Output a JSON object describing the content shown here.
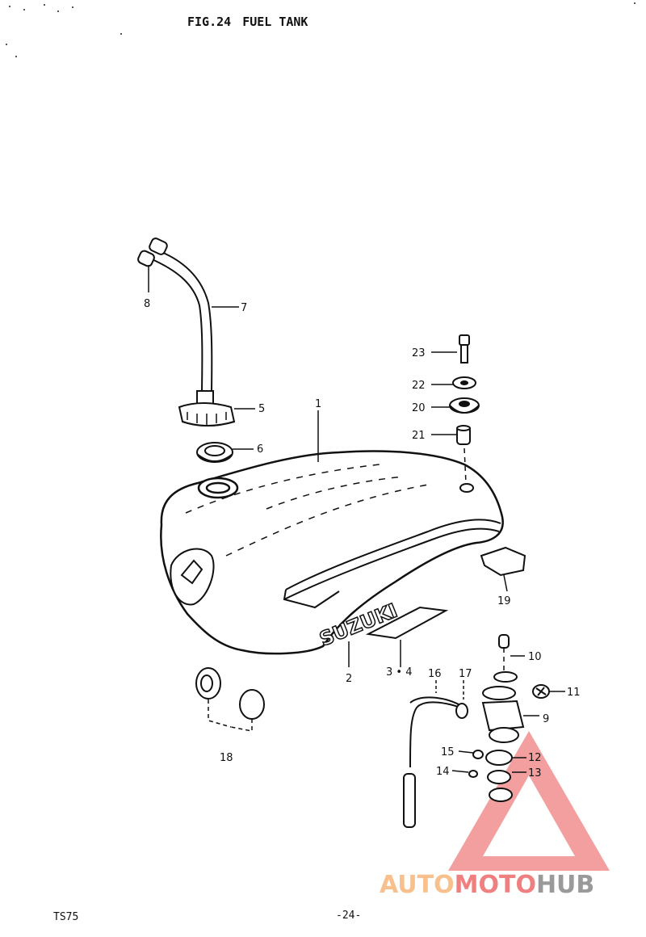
{
  "header": {
    "fig_label": "FIG.24",
    "title": "FUEL TANK"
  },
  "callouts": [
    {
      "id": "c1",
      "text": "1"
    },
    {
      "id": "c2",
      "text": "2"
    },
    {
      "id": "c34",
      "text": "3 • 4"
    },
    {
      "id": "c5",
      "text": "5"
    },
    {
      "id": "c6",
      "text": "6"
    },
    {
      "id": "c7",
      "text": "7"
    },
    {
      "id": "c8",
      "text": "8"
    },
    {
      "id": "c9",
      "text": "9"
    },
    {
      "id": "c10",
      "text": "10"
    },
    {
      "id": "c11",
      "text": "11"
    },
    {
      "id": "c12",
      "text": "12"
    },
    {
      "id": "c13",
      "text": "13"
    },
    {
      "id": "c14",
      "text": "14"
    },
    {
      "id": "c15",
      "text": "15"
    },
    {
      "id": "c16",
      "text": "16"
    },
    {
      "id": "c17",
      "text": "17"
    },
    {
      "id": "c18",
      "text": "18"
    },
    {
      "id": "c19",
      "text": "19"
    },
    {
      "id": "c20",
      "text": "20"
    },
    {
      "id": "c21",
      "text": "21"
    },
    {
      "id": "c22",
      "text": "22"
    },
    {
      "id": "c23",
      "text": "23"
    }
  ],
  "tank_emblem": "SUZUKI",
  "footer": {
    "model": "TS75",
    "page": "-24-"
  },
  "watermark": {
    "part1": "AUTO",
    "part2": "MOTO",
    "part3": "HUB",
    "colors": {
      "part1": "#f7c08c",
      "part2": "#f08080",
      "part3": "#9a9a9a",
      "triangle": "#f08080"
    }
  }
}
